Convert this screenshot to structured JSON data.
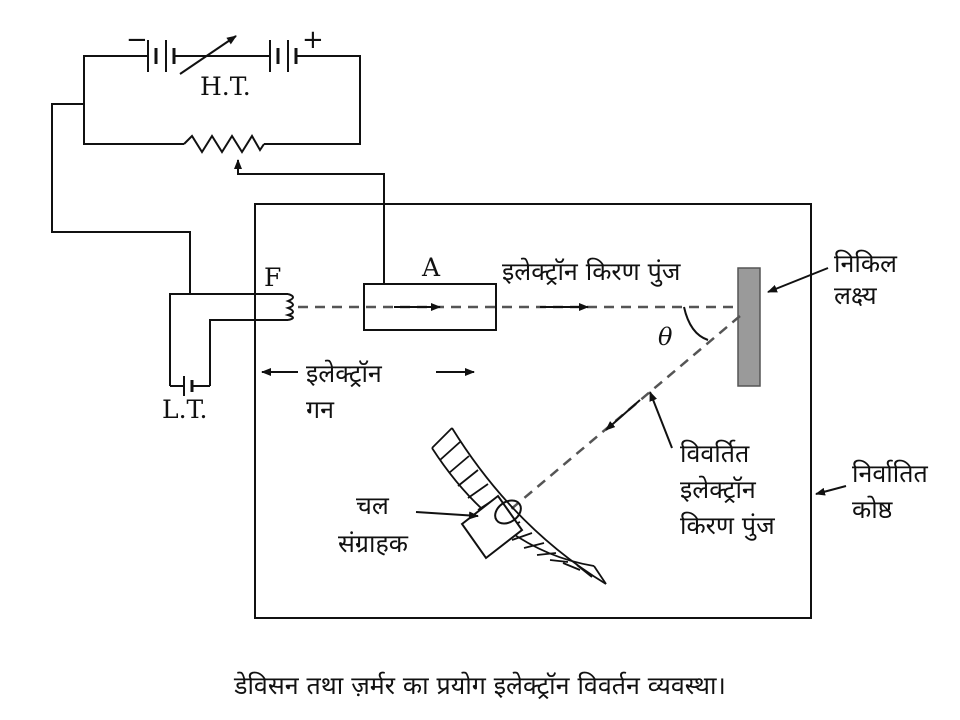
{
  "labels": {
    "ht": "H.T.",
    "lt": "L.T.",
    "filament": "F",
    "anode": "A",
    "beam": "इलेक्ट्रॉन किरण पुंज",
    "target_line1": "निकिल",
    "target_line2": "लक्ष्य",
    "theta": "θ",
    "gun_line1": "इलेक्ट्रॉन",
    "gun_line2": "गन",
    "diffracted_line1": "विवर्तित",
    "diffracted_line2": "इलेक्ट्रॉन",
    "diffracted_line3": "किरण पुंज",
    "chamber_line1": "निर्वातित",
    "chamber_line2": "कोष्ठ",
    "collector_line1": "चल",
    "collector_line2": "संग्राहक",
    "minus": "−",
    "plus": "+"
  },
  "caption": "डेविसन तथा ज़र्मर का प्रयोग इलेक्ट्रॉन विवर्तन व्यवस्था।"
}
